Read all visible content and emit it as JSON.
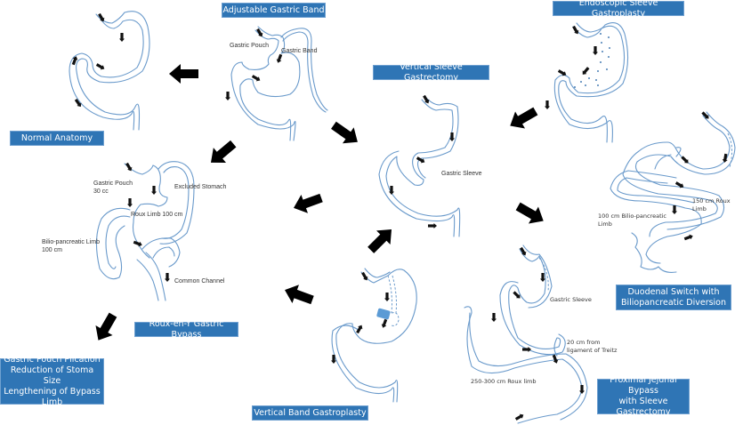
{
  "colors": {
    "label_box": "#2f75b5",
    "label_text": "#ffffff",
    "organ_outline": "#6a9acb",
    "arrow": "#000000",
    "band": "#5b9bd5"
  },
  "procedures": {
    "normal_anatomy": "Normal Anatomy",
    "adjustable_gastric_band": "Adjustable Gastric Band",
    "vertical_sleeve_gastrectomy": "Vertical Sleeve Gastrectomy",
    "endoscopic_sleeve_gastroplasty": "Endoscopic Sleeve Gastroplasty",
    "roux_en_y_gastric_bypass": "Roux-en-Y Gastric Bypass",
    "duodenal_switch": "Duodenal Switch with\nBiliopancreatic Diversion",
    "vertical_band_gastroplasty": "Vertical Band Gastroplasty",
    "revision": "Gastric Pouch Plication\nReduction of Stoma Size\nLengthening of Bypass\nLimb",
    "proximal_jejunal_bypass": "Proximal Jejunal Bypass\nwith Sleeve\nGastrectomy"
  },
  "annotations": {
    "band_gastric_pouch": "Gastric Pouch",
    "band_gastric_band": "Gastric Band",
    "sleeve_gastric_sleeve": "Gastric Sleeve",
    "rygb_gastric_pouch": "Gastric Pouch\n30 cc",
    "rygb_excluded_stomach": "Excluded Stomach",
    "rygb_roux_limb": "Roux Limb 100 cm",
    "rygb_bp_limb": "Bilio-pancreatic Limb\n100 cm",
    "rygb_common_channel": "Common Channel",
    "ds_roux_limb": "150 cm Roux\nLimb",
    "ds_bp_limb": "100 cm Bilio-pancreatic\nLimb",
    "pjb_gastric_sleeve": "Gastric Sleeve",
    "pjb_treitz": "20 cm from\nligament of Treitz",
    "pjb_roux_limb": "250-300 cm Roux limb"
  },
  "transitions": [
    {
      "from": "Adjustable Gastric Band",
      "to": "Normal Anatomy"
    },
    {
      "from": "Adjustable Gastric Band",
      "to": "Roux-en-Y Gastric Bypass"
    },
    {
      "from": "Adjustable Gastric Band",
      "to": "Vertical Sleeve Gastrectomy"
    },
    {
      "from": "Endoscopic Sleeve Gastroplasty",
      "to": "Vertical Sleeve Gastrectomy"
    },
    {
      "from": "Vertical Sleeve Gastrectomy",
      "to": "Roux-en-Y Gastric Bypass"
    },
    {
      "from": "Vertical Sleeve Gastrectomy",
      "to": "Duodenal Switch with Biliopancreatic Diversion"
    },
    {
      "from": "Vertical Band Gastroplasty",
      "to": "Vertical Sleeve Gastrectomy"
    },
    {
      "from": "Vertical Band Gastroplasty",
      "to": "Roux-en-Y Gastric Bypass"
    },
    {
      "from": "Roux-en-Y Gastric Bypass",
      "to": "Gastric Pouch Plication / Reduction of Stoma Size / Lengthening of Bypass Limb"
    }
  ]
}
